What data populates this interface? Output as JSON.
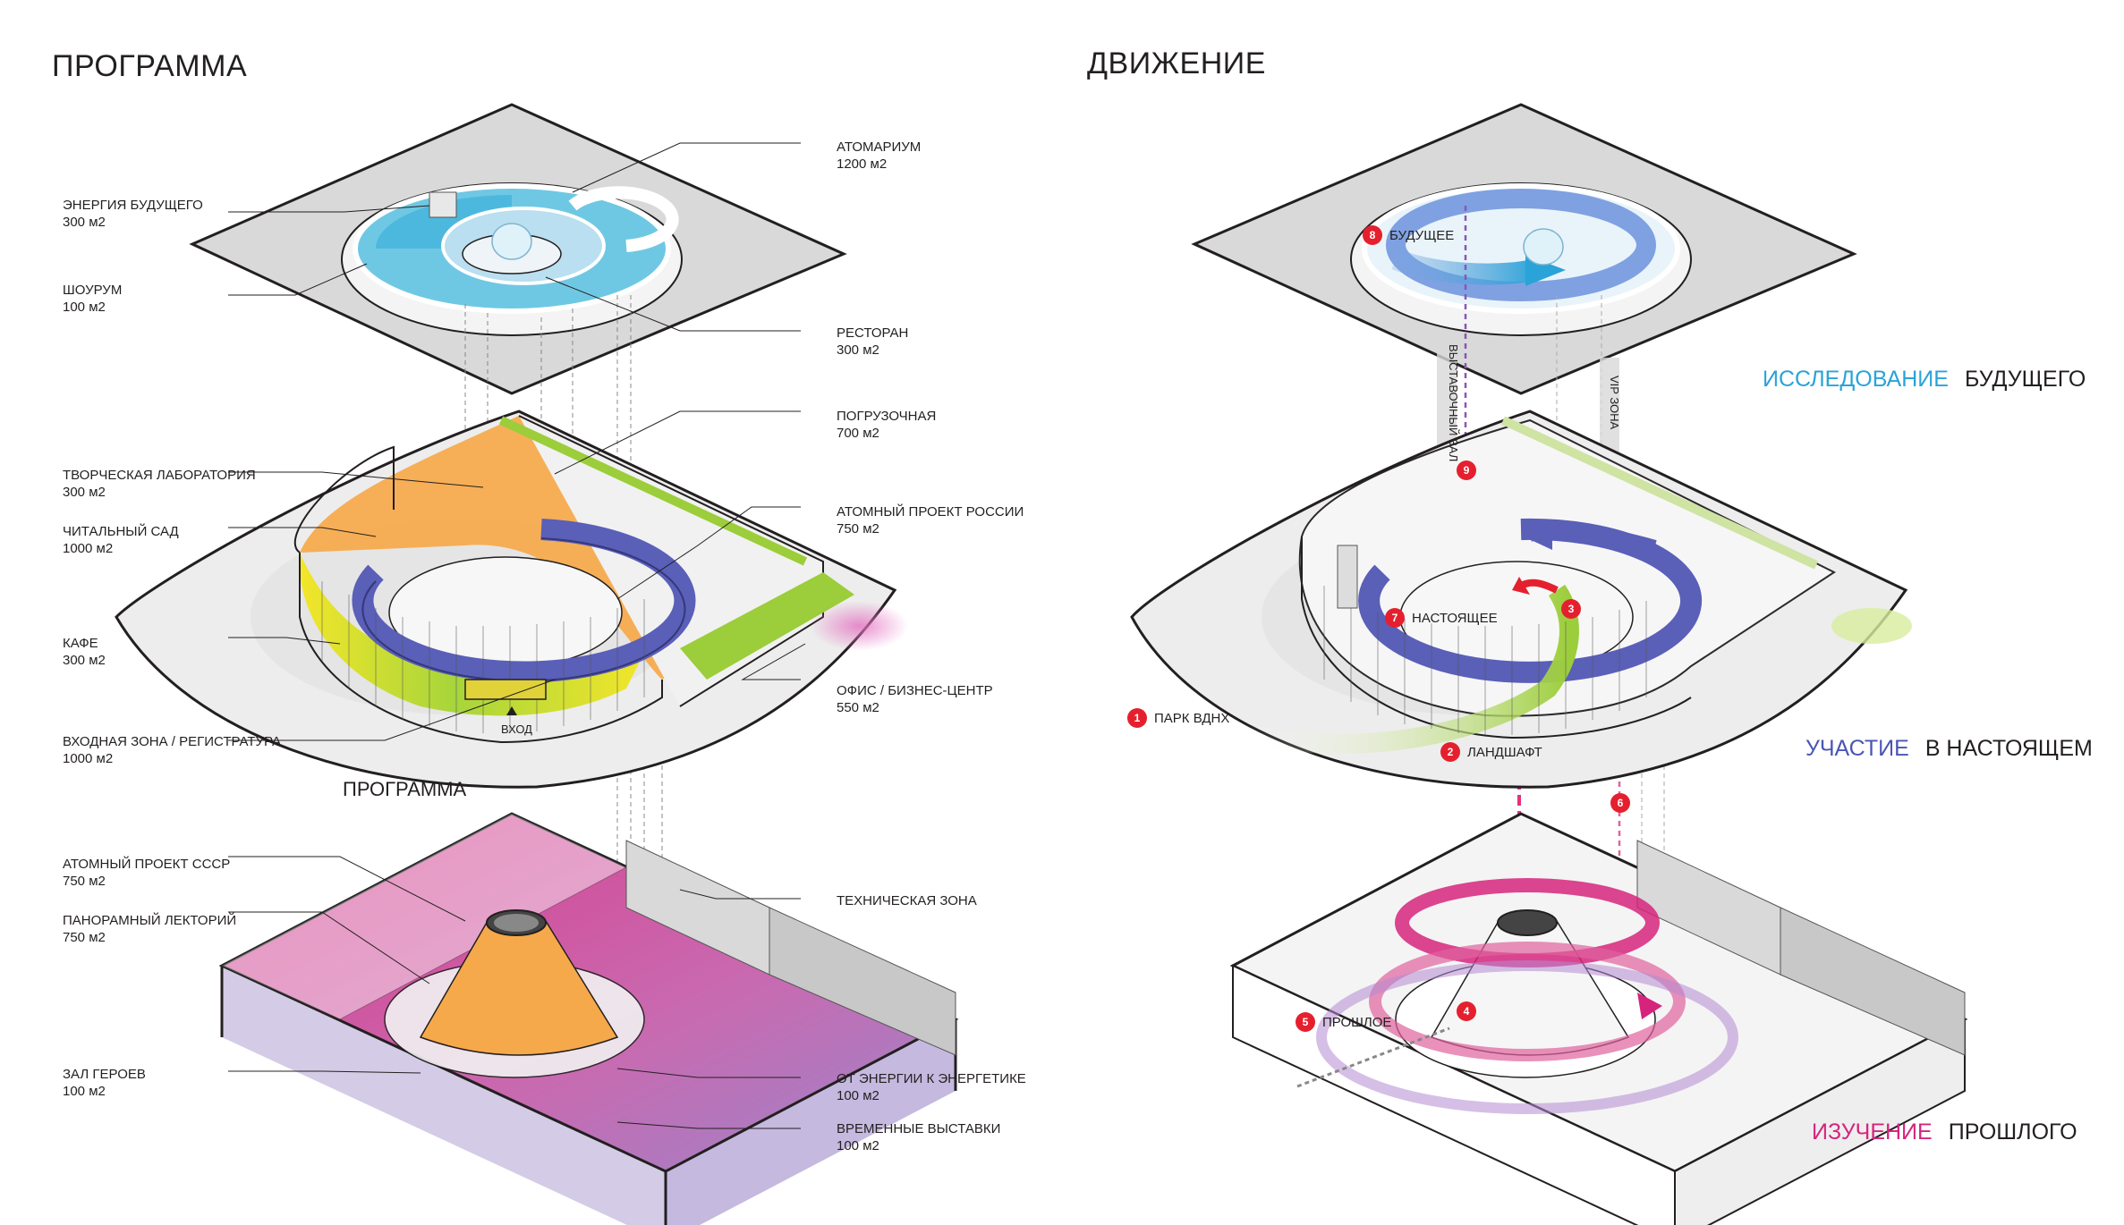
{
  "program": {
    "title": "ПРОГРАММА",
    "caption": "ПРОГРАММА",
    "entry": "ВХОД",
    "labels": [
      {
        "id": "future-energy",
        "name": "ЭНЕРГИЯ БУДУЩЕГО",
        "area": "300 м2"
      },
      {
        "id": "showroom",
        "name": "ШОУРУМ",
        "area": "100 м2"
      },
      {
        "id": "atomarium",
        "name": "АТОМАРИУМ",
        "area": "1200 м2"
      },
      {
        "id": "restaurant",
        "name": "РЕСТОРАН",
        "area": "300 м2"
      },
      {
        "id": "creative-lab",
        "name": "ТВОРЧЕСКАЯ ЛАБОРАТОРИЯ",
        "area": "300 м2"
      },
      {
        "id": "reading-garden",
        "name": "ЧИТАЛЬНЫЙ САД",
        "area": "1000 м2"
      },
      {
        "id": "cafe",
        "name": "КАФЕ",
        "area": "300 м2"
      },
      {
        "id": "entrance-zone",
        "name": "ВХОДНАЯ ЗОНА / РЕГИСТРАТУРА",
        "area": "1000 м2"
      },
      {
        "id": "loading",
        "name": "ПОГРУЗОЧНАЯ",
        "area": "700 м2"
      },
      {
        "id": "atomic-russia",
        "name": "АТОМНЫЙ ПРОЕКТ РОССИИ",
        "area": "750 м2"
      },
      {
        "id": "office",
        "name": "ОФИС / БИЗНЕС-ЦЕНТР",
        "area": "550 м2"
      },
      {
        "id": "atomic-ussr",
        "name": "АТОМНЫЙ ПРОЕКТ СССР",
        "area": "750 м2"
      },
      {
        "id": "panoramic",
        "name": "ПАНОРАМНЫЙ ЛЕКТОРИЙ",
        "area": "750 м2"
      },
      {
        "id": "heroes",
        "name": "ЗАЛ ГЕРОЕВ",
        "area": "100 м2"
      },
      {
        "id": "technical",
        "name": "ТЕХНИЧЕСКАЯ ЗОНА",
        "area": ""
      },
      {
        "id": "energy-to-energetics",
        "name": "ОТ ЭНЕРГИИ К ЭНЕРГЕТИКЕ",
        "area": "100 м2"
      },
      {
        "id": "temporary",
        "name": "ВРЕМЕННЫЕ ВЫСТАВКИ",
        "area": "100 м2"
      }
    ]
  },
  "movement": {
    "title": "ДВИЖЕНИЕ",
    "themes": [
      {
        "word1": "ИССЛЕДОВАНИЕ",
        "word2": "БУДУЩЕГО",
        "color": "#2aa3d8"
      },
      {
        "word1": "УЧАСТИЕ",
        "word2": "В НАСТОЯЩЕМ",
        "color": "#4a55b5"
      },
      {
        "word1": "ИЗУЧЕНИЕ",
        "word2": "ПРОШЛОГО",
        "color": "#d6247d"
      }
    ],
    "markers": [
      {
        "num": "1",
        "label": "ПАРК ВДНХ"
      },
      {
        "num": "2",
        "label": "ЛАНДШАФТ"
      },
      {
        "num": "3",
        "label": ""
      },
      {
        "num": "4",
        "label": ""
      },
      {
        "num": "5",
        "label": "ПРОШЛОЕ"
      },
      {
        "num": "6",
        "label": ""
      },
      {
        "num": "7",
        "label": "НАСТОЯЩЕЕ"
      },
      {
        "num": "8",
        "label": "БУДУЩЕЕ"
      },
      {
        "num": "9",
        "label": ""
      }
    ],
    "vertical_labels": {
      "exhibition": "ВЫСТАВОЧНЫЙ ЗАЛ",
      "vip": "VIP ЗОНА"
    }
  },
  "colors": {
    "blue": "#5bc0e0",
    "ring": "#5a5fb8",
    "orange": "#f6a94a",
    "yellow": "#f3e62a",
    "green": "#9ccd3a",
    "magenta": "#d6247d",
    "purple": "#8d78c4",
    "red": "#e5202e",
    "slab": "#d9d9d9"
  }
}
